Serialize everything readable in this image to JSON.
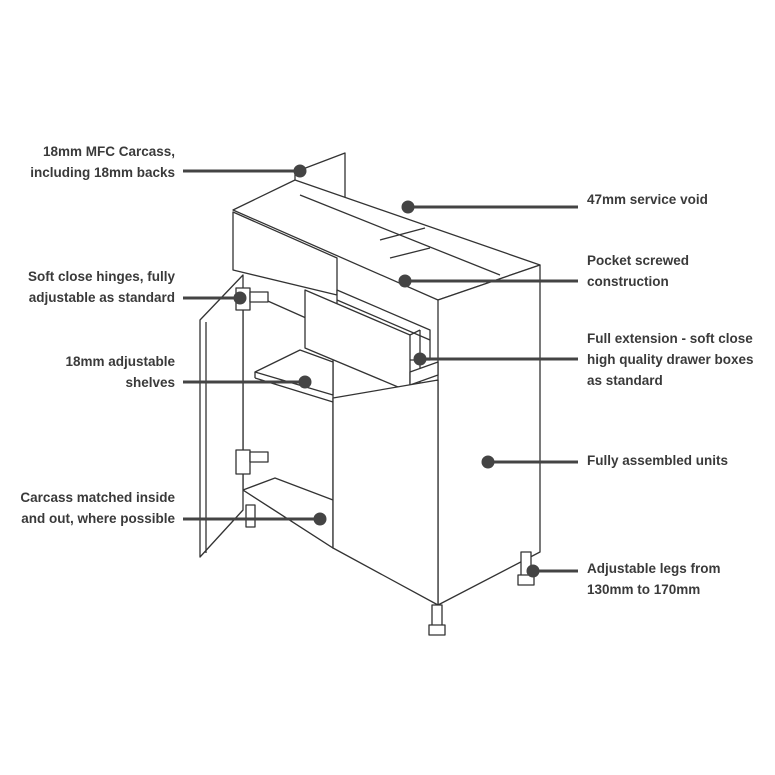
{
  "callouts": {
    "carcass": [
      "18mm MFC Carcass,",
      "including 18mm backs"
    ],
    "hinges": [
      "Soft close hinges, fully",
      "adjustable as standard"
    ],
    "shelves": [
      "18mm adjustable",
      "shelves"
    ],
    "matched": [
      "Carcass matched inside",
      "and out, where possible"
    ],
    "void": [
      "47mm service void"
    ],
    "pocket": [
      "Pocket screwed",
      "construction"
    ],
    "drawer": [
      "Full extension - soft close",
      "high quality drawer boxes",
      "as standard"
    ],
    "assembled": [
      "Fully assembled units"
    ],
    "legs": [
      "Adjustable legs from",
      "130mm to 170mm"
    ]
  },
  "colors": {
    "line": "#444444",
    "text": "#3a3a3a",
    "outline": "#333333"
  }
}
